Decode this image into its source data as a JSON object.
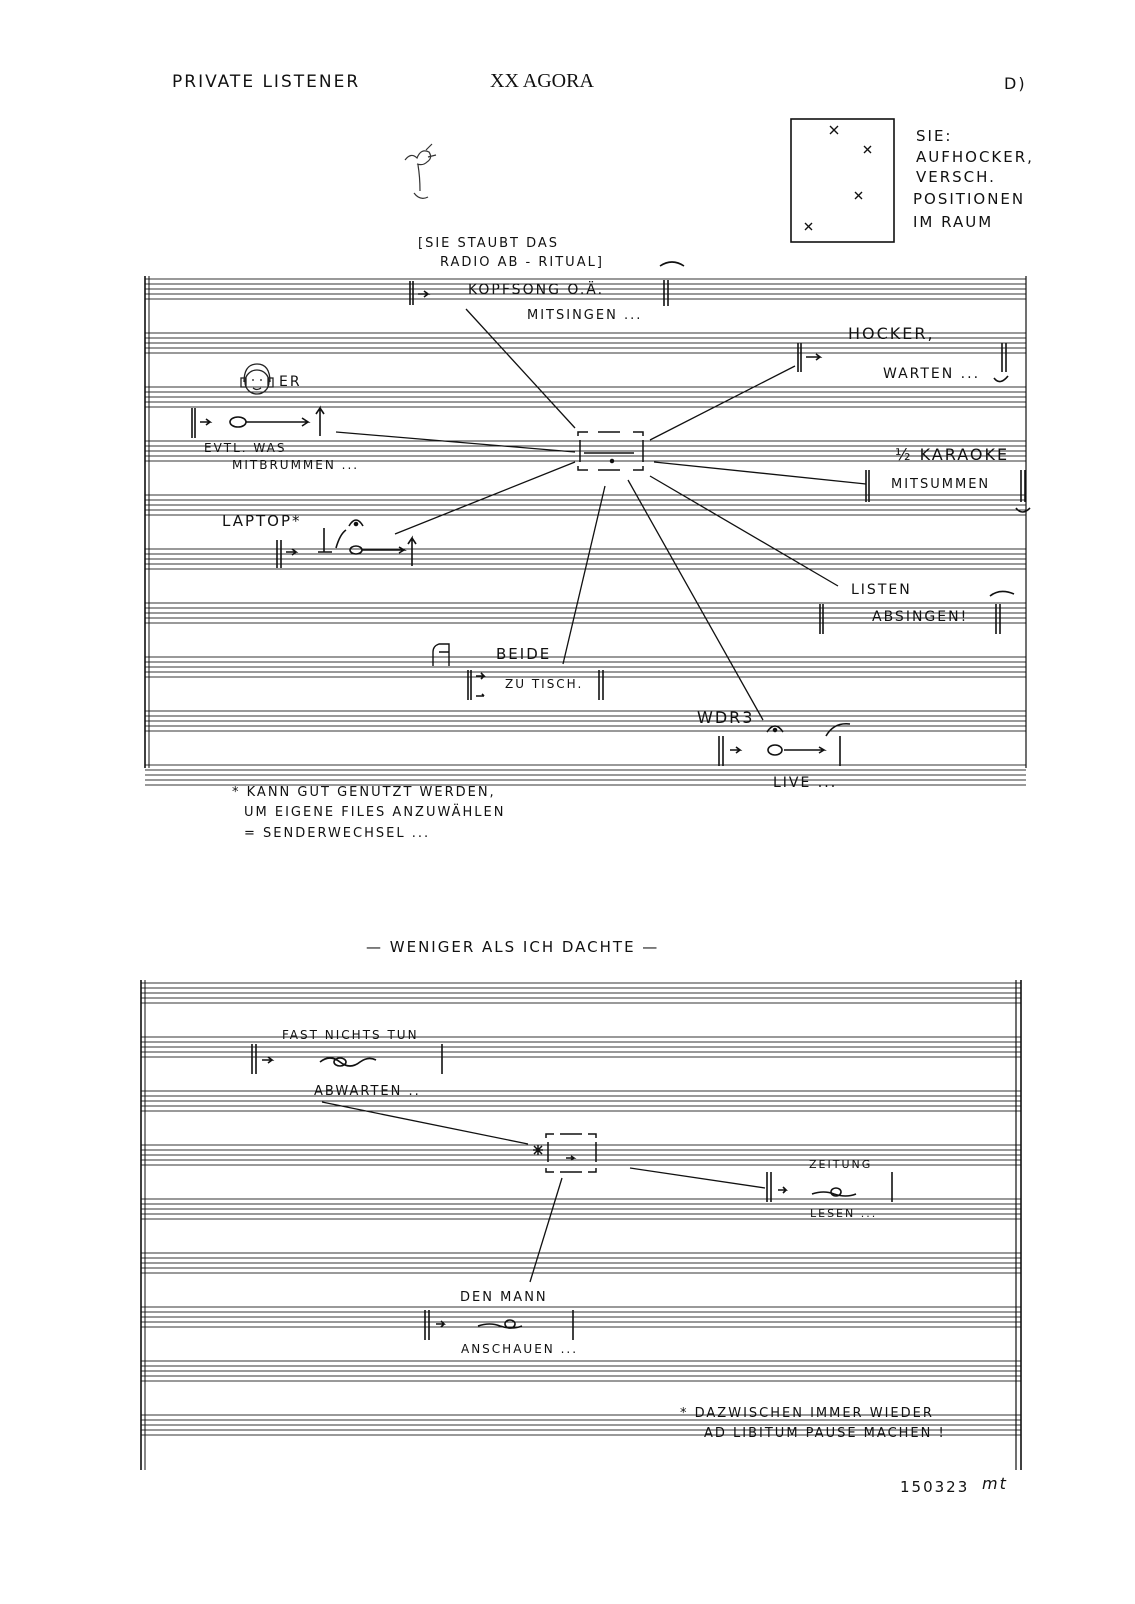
{
  "header": {
    "left": "PRIVATE LISTENER",
    "center": "XX AGORA",
    "right": "D)"
  },
  "room": {
    "caption_lines": [
      "SIE:",
      "AUFHOCKER,",
      "VERSCH.",
      "POSITIONEN",
      "IM RAUM"
    ]
  },
  "score1": {
    "staves": 10,
    "lines_per_staff": 5,
    "labels": {
      "she_note_1": "[SIE STAUBT DAS",
      "she_note_2": "RADIO AB - RITUAL]",
      "kopfsong": "KOPFSONG O.Ä.",
      "mitsingen": "MITSINGEN ...",
      "hocker": "HOCKER,",
      "warten": "WARTEN ...",
      "er": "ER",
      "evtl_1": "EVTL. WAS",
      "evtl_2": "MITBRUMMEN ...",
      "karaoke": "½ KARAOKE",
      "mitsummen": "MITSUMMEN",
      "laptop": "LAPTOP*",
      "listen": "LISTEN",
      "absingen": "ABSINGEN!",
      "beide": "BEIDE",
      "zu_tisch": "ZU TISCH.",
      "wdr3": "WDR3",
      "live": "LIVE ..."
    },
    "footnote_lines": [
      "* KANN GUT GENUTZT WERDEN,",
      "UM EIGENE FILES ANZUWÄHLEN",
      "= SENDERWECHSEL ..."
    ]
  },
  "section2": {
    "title": "— WENIGER ALS ICH DACHTE —",
    "labels": {
      "fast_nichts": "FAST NICHTS TUN",
      "abwarten": "ABWARTEN ..",
      "zeitung": "ZEITUNG",
      "lesen": "LESEN ...",
      "den_mann": "DEN MANN",
      "anschauen": "ANSCHAUEN ..."
    },
    "footnote_lines": [
      "* DAZWISCHEN IMMER WIEDER",
      "AD LIBITUM PAUSE MACHEN !"
    ]
  },
  "signature": {
    "date": "150323",
    "initials": "mt"
  }
}
